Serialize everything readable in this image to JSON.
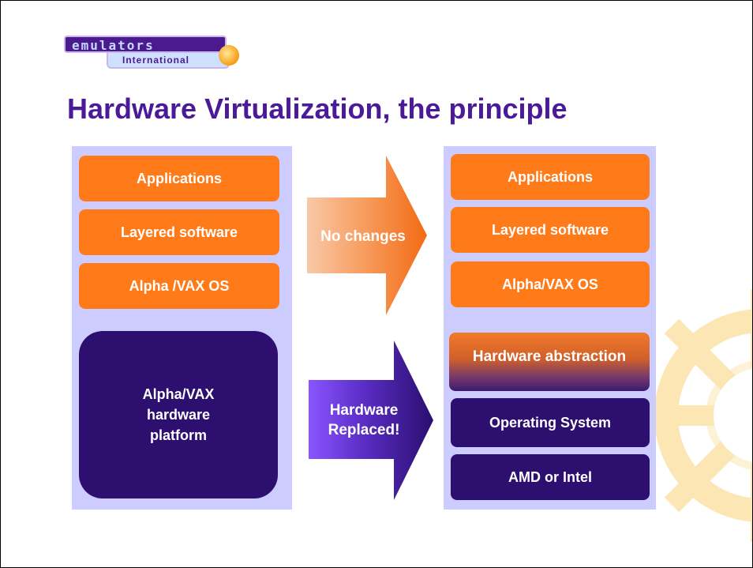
{
  "logo": {
    "wordmark": "emulators",
    "subtitle": "International"
  },
  "title": "Hardware Virtualization, the principle",
  "left_stack": {
    "applications": "Applications",
    "layered": "Layered software",
    "os": "Alpha /VAX OS",
    "platform": [
      "Alpha/VAX",
      "hardware",
      "platform"
    ]
  },
  "arrows": {
    "top": "No changes",
    "bottom": [
      "Hardware",
      "Replaced!"
    ]
  },
  "right_stack": {
    "applications": "Applications",
    "layered": "Layered software",
    "os": "Alpha/VAX OS",
    "abstraction": "Hardware abstraction",
    "host_os": "Operating System",
    "cpu": "AMD or Intel"
  },
  "colors": {
    "title": "#4b1a99",
    "panel": "#ccccff",
    "orange_block": "#ff7b1a",
    "navy_block": "#2d0f70",
    "watermark": "#fbe6b4"
  }
}
